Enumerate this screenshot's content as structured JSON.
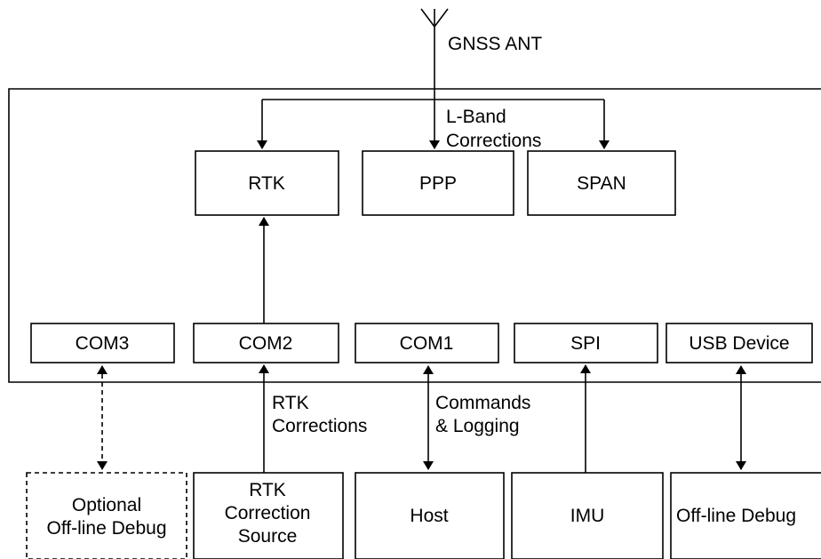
{
  "antenna": {
    "label": "GNSS ANT"
  },
  "lband": {
    "line1": "L-Band",
    "line2": "Corrections"
  },
  "engines": {
    "rtk": "RTK",
    "ppp": "PPP",
    "span": "SPAN"
  },
  "ports": {
    "com3": "COM3",
    "com2": "COM2",
    "com1": "COM1",
    "spi": "SPI",
    "usb": "USB Device"
  },
  "links": {
    "rtk_corrections": {
      "line1": "RTK",
      "line2": "Corrections"
    },
    "commands_logging": {
      "line1": "Commands",
      "line2": "& Logging"
    }
  },
  "devices": {
    "optional_debug": {
      "line1": "Optional",
      "line2": "Off-line Debug"
    },
    "rtk_source": {
      "line1": "RTK",
      "line2": "Correction",
      "line3": "Source"
    },
    "host": "Host",
    "imu": "IMU",
    "offline_debug": "Off-line Debug"
  }
}
